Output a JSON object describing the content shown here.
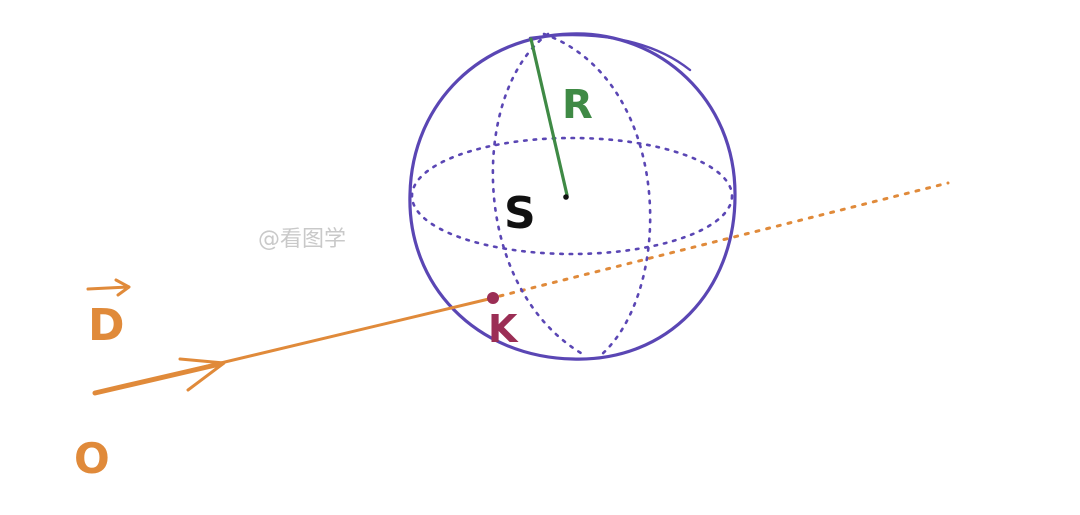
{
  "labels": {
    "radius": "R",
    "center": "S",
    "intersection": "K",
    "direction": "D",
    "origin": "O"
  },
  "watermark": "@看图学",
  "colors": {
    "sphere": "#5a46b4",
    "radius": "#3f8a45",
    "ray": "#e08a3a",
    "intersection": "#9b2e55",
    "center": "#111111",
    "watermark": "#c9c9c9"
  }
}
